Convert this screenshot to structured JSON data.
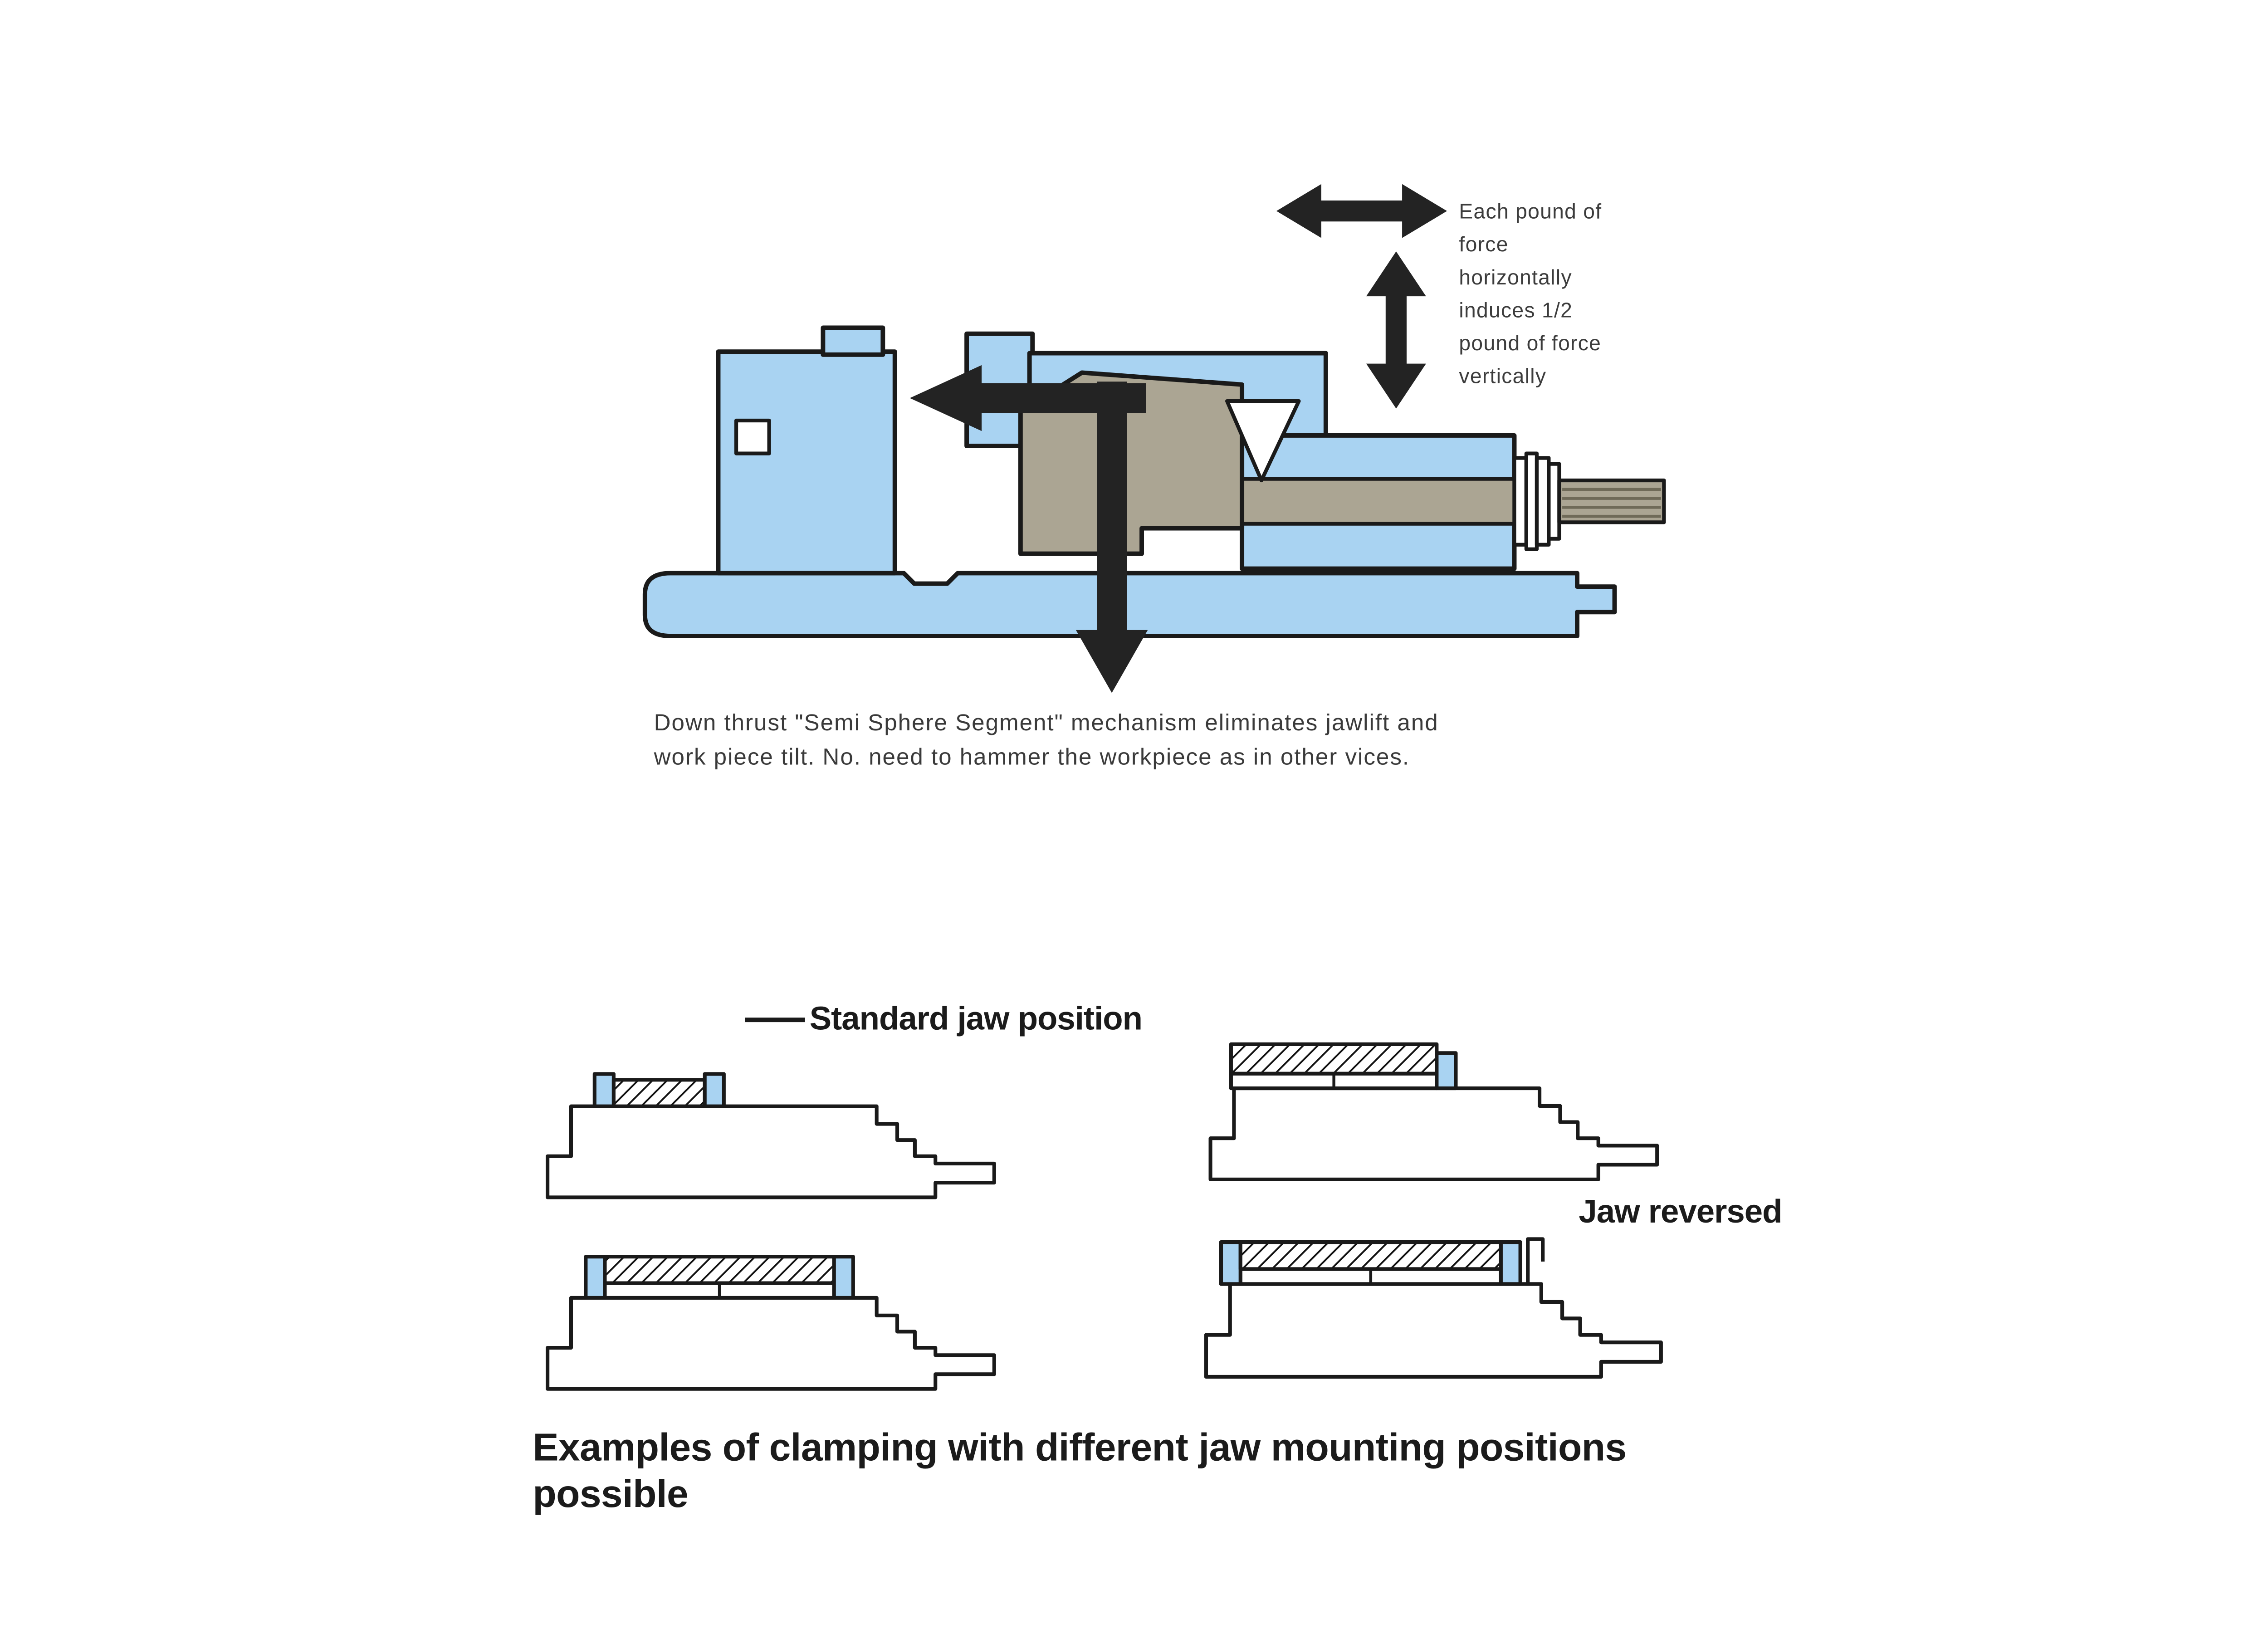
{
  "force_note": {
    "text": "Each pound of\nforce\nhorizontally\ninduces 1/2\npound of force\nvertically"
  },
  "vise_caption": {
    "text": "Down thrust \"Semi Sphere Segment\" mechanism eliminates jawlift and\nwork piece tilt. No. need to hammer the workpiece as in other vices."
  },
  "labels": {
    "standard_jaw_position": "Standard jaw position",
    "jaw_reversed": "Jaw reversed",
    "bottom_caption": "Examples of clamping with different jaw mounting positions possible"
  },
  "colors": {
    "vise_blue": "#a9d3f2",
    "mechanism_gray": "#aba593",
    "arrow_black": "#232323",
    "line_black": "#1a1a1a"
  }
}
